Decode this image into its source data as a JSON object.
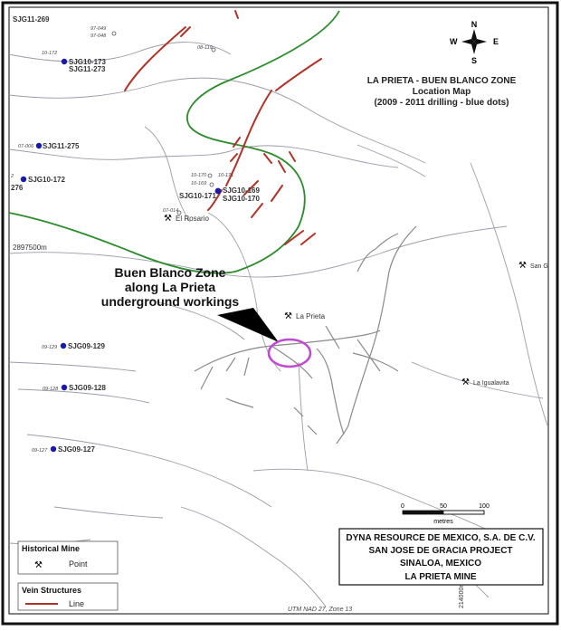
{
  "title": {
    "line1": "LA PRIETA - BUEN BLANCO ZONE",
    "line2": "Location Map",
    "line3": "(2009 - 2011 drilling - blue dots)"
  },
  "compass": {
    "n": "N",
    "s": "S",
    "e": "E",
    "w": "W"
  },
  "callout": {
    "line1": "Buen Blanco Zone",
    "line2": "along La Prieta",
    "line3": "underground workings"
  },
  "northing_label": "2897500m",
  "easting_label": "214000m",
  "utm_label": "UTM NAD 27, Zone 13",
  "scale": {
    "ticks": [
      "0",
      "50",
      "100"
    ],
    "unit": "metres"
  },
  "mines": [
    {
      "name": "El Rosario"
    },
    {
      "name": "La Prieta"
    },
    {
      "name": "La Igualavita"
    },
    {
      "name": "San G"
    }
  ],
  "drill_holes": [
    {
      "label": "SJG10-173",
      "label2": "SJG11-273",
      "tag": "10-172"
    },
    {
      "label": "SJG11-275",
      "label2": "",
      "tag": "07-006"
    },
    {
      "label": "SJG10-172",
      "label2": "",
      "tag": "2"
    },
    {
      "label": "SJG10-169",
      "label2": "SJG10-170",
      "tag": ""
    },
    {
      "label": "SJG09-129",
      "label2": "",
      "tag": "09-129"
    },
    {
      "label": "SJG09-128",
      "label2": "",
      "tag": "09-128"
    },
    {
      "label": "SJG09-127",
      "label2": "",
      "tag": "09-127"
    }
  ],
  "other_labels": {
    "top_left": "SJG11-269",
    "sjg10_171": "SJG10-171",
    "side_276": "276",
    "t_97049": "97-049",
    "t_97048": "97-048",
    "t_08119": "08-119",
    "t_10170": "10-170",
    "t_10171": "10-171",
    "t_10169": "10-169",
    "t_07014": "07-014"
  },
  "title_block": {
    "line1": "DYNA RESOURCE DE MEXICO, S.A. DE C.V.",
    "line2": "SAN JOSE DE GRACIA PROJECT",
    "line3": "SINALOA, MEXICO",
    "line4": "LA PRIETA MINE"
  },
  "legend": {
    "historical_title": "Historical Mine",
    "historical_item": "Point",
    "vein_title": "Vein Structures",
    "vein_item": "Line"
  },
  "colors": {
    "drill_hole": "#1a1aa8",
    "vein": "#b0332a",
    "green_line": "#2e8b2e",
    "zone_circle": "#c04ad0",
    "frame": "#111111"
  }
}
